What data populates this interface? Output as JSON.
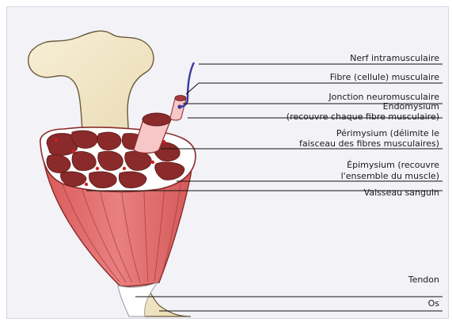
{
  "colors": {
    "background": "#f3f2f7",
    "bone": "#f3e8c8",
    "muscle": "#e06a6a",
    "fascicle": "#8a2a2a",
    "connective_tissue": "#ffffff",
    "nerve": "#3a3aa0",
    "vessel": "#d42020",
    "leader_line": "#111111"
  },
  "labels": {
    "nerf": "Nerf intramusculaire",
    "fibre": "Fibre (cellule) musculaire",
    "jonction": "Jonction neuromusculaire",
    "endomysium_1": "Endomysium",
    "endomysium_2": "(recouvre chaque fibre musculaire)",
    "perimysium_1": "Périmysium (délimite le",
    "perimysium_2": "faisceau des fibres musculaires)",
    "epimysium_1": "Épimysium (recouvre",
    "epimysium_2": "l'ensemble du muscle)",
    "vaisseau": "Vaisseau sanguin",
    "tendon": "Tendon",
    "os": "Os"
  }
}
